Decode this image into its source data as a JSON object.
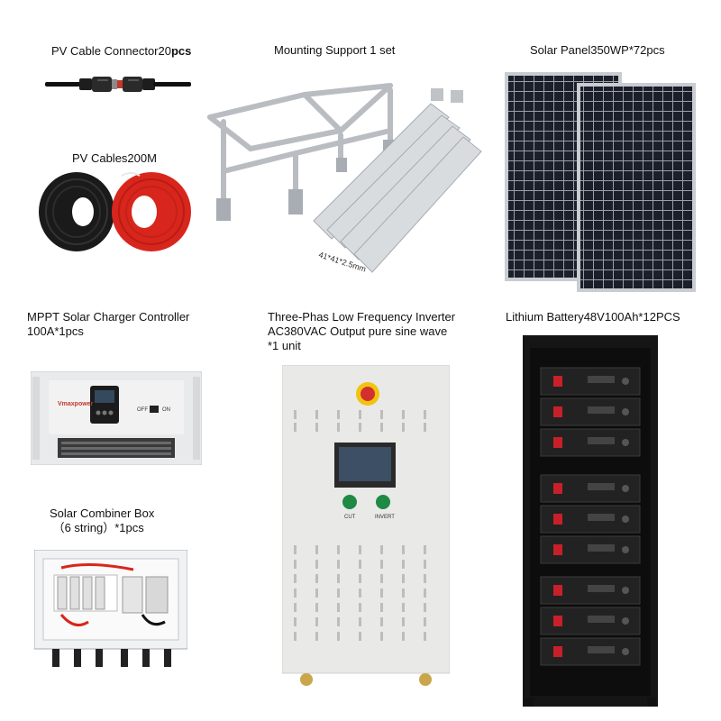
{
  "captions": {
    "cable_connector": {
      "main": "PV Cable Connector20",
      "bold": "pcs"
    },
    "mounting_support": "Mounting Support 1 set",
    "solar_panel": "Solar Panel350WP*72pcs",
    "pv_cables": "PV Cables200M",
    "mppt_line1": "MPPT Solar Charger Controller",
    "mppt_line2": "100A*1pcs",
    "inverter_line1": "Three-Phas Low Frequency Inverter",
    "inverter_line2": "AC380VAC Output pure sine wave",
    "inverter_line3": "*1 unit",
    "battery": "Lithium Battery48V100Ah*12PCS",
    "combiner_line1": "Solar Combiner Box",
    "combiner_line2": "（6 string）*1pcs"
  },
  "labels": {
    "rail_dimension": "41*41*2.5mm",
    "mppt_off": "OFF",
    "mppt_on": "ON",
    "inverter_button_left": "CUT",
    "inverter_button_right": "INVERT"
  },
  "icons": {
    "cable_connector": "mc4-connector-icon",
    "mounting_support": "mounting-rack-image",
    "solar_panel": "solar-panel-image",
    "pv_cables": "cable-coil-image",
    "mppt": "charge-controller-image",
    "inverter": "inverter-cabinet-image",
    "battery": "battery-rack-image",
    "combiner": "combiner-box-image"
  },
  "colors": {
    "cable_black": "#1a1a1a",
    "cable_red": "#d8261c",
    "panel_cell": "#1b1f2a",
    "cabinet": "#e9e9e7",
    "rack": "#151515",
    "battery_red": "#c8202a"
  }
}
